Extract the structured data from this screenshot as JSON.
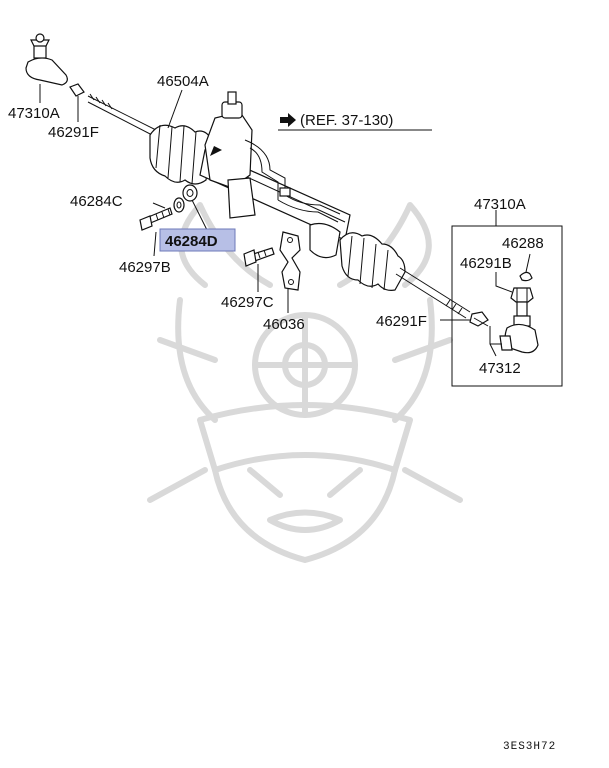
{
  "diagram": {
    "labels": {
      "p47310a_left": "47310A",
      "p46291f_top": "46291F",
      "p46504a": "46504A",
      "ref": "(REF. 37-130)",
      "p46284c": "46284C",
      "p46284d": "46284D",
      "p46297b": "46297B",
      "p46297c": "46297C",
      "p46036": "46036",
      "p46291f_right": "46291F",
      "p47310a_right": "47310A",
      "p46288": "46288",
      "p46291b": "46291B",
      "p47312": "47312",
      "code": "3ES3H72"
    },
    "highlight_color": "#b7bfe6",
    "highlight_border": "#6d78b8",
    "line_color": "#111111",
    "watermark_color": "#d9d9d9"
  }
}
